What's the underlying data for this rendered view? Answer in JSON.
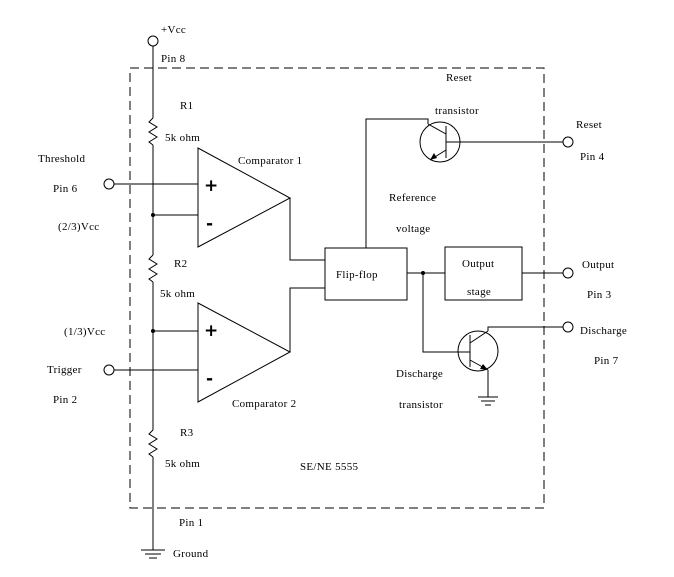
{
  "labels": {
    "vcc": "+Vcc",
    "pin8": "Pin 8",
    "reset_title": "Reset",
    "reset_transistor": "transistor",
    "reset_label": "Reset",
    "pin4": "Pin 4",
    "r1": "R1",
    "r1_value": "5k ohm",
    "comparator1": "Comparator 1",
    "threshold": "Threshold",
    "pin6": "Pin 6",
    "two_thirds_vcc": "(2/3)Vcc",
    "reference": "Reference",
    "voltage": "voltage",
    "r2": "R2",
    "r2_value": "5k ohm",
    "flip_flop": "Flip-flop",
    "output_block_1": "Output",
    "output_block_2": "stage",
    "output_label": "Output",
    "pin3": "Pin 3",
    "discharge_label": "Discharge",
    "pin7": "Pin 7",
    "one_third_vcc": "(1/3)Vcc",
    "trigger": "Trigger",
    "pin2": "Pin 2",
    "discharge_transistor_1": "Discharge",
    "discharge_transistor_2": "transistor",
    "comparator2": "Comparator 2",
    "r3": "R3",
    "r3_value": "5k ohm",
    "chip_name": "SE/NE 5555",
    "pin1": "Pin 1",
    "ground": "Ground",
    "plus_sign": "+",
    "minus_sign": "-"
  }
}
